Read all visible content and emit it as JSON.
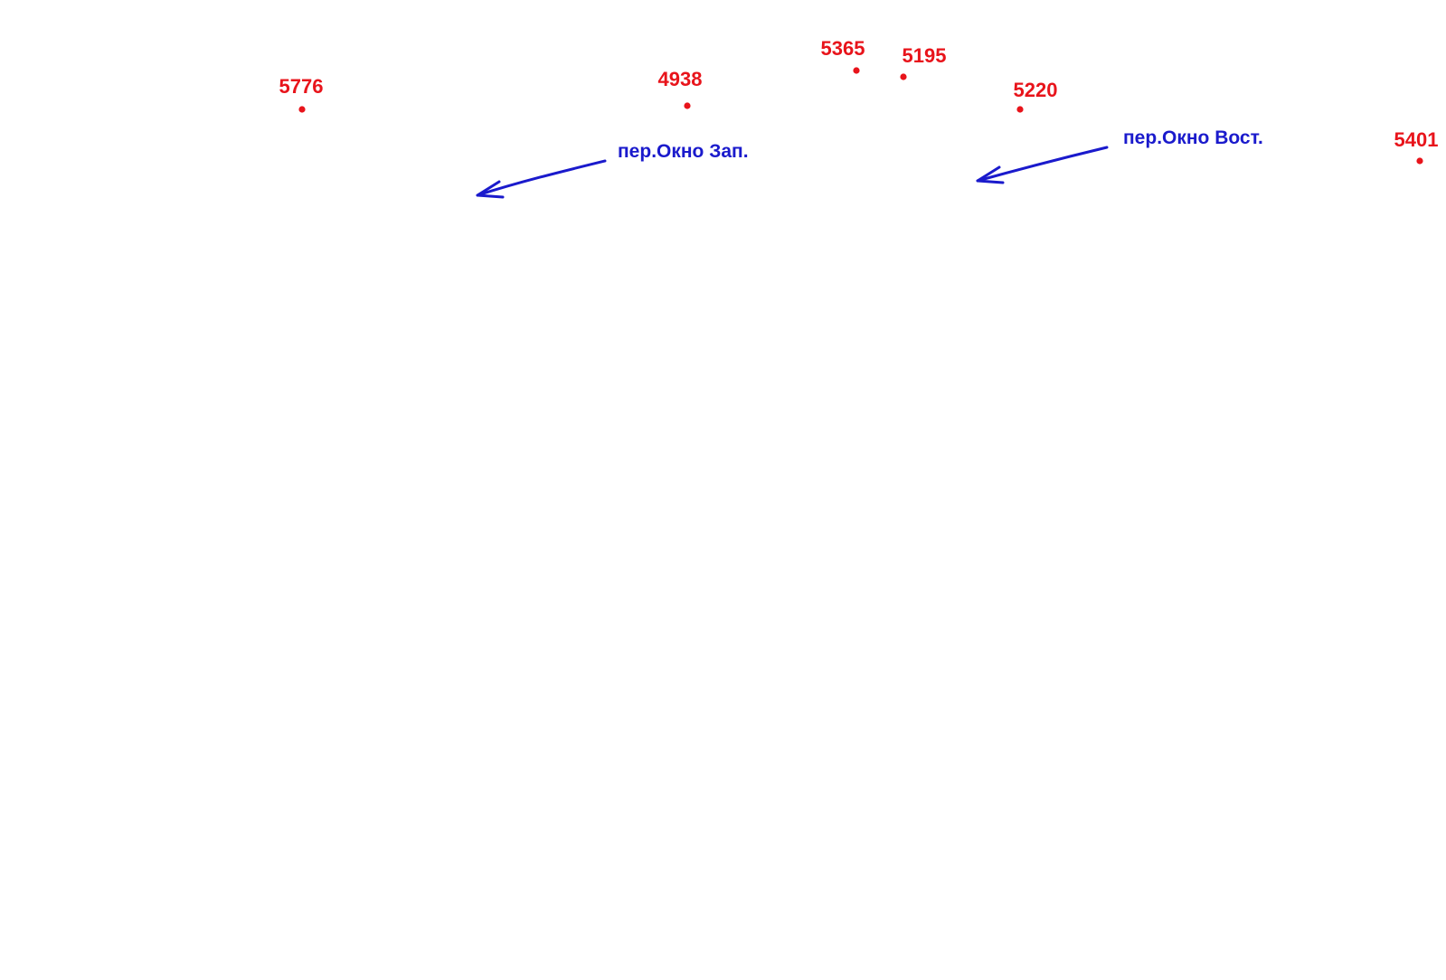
{
  "colors": {
    "point": "#e8141b",
    "annotation": "#1a1acc"
  },
  "points": [
    {
      "label": "5776"
    },
    {
      "label": "4938"
    },
    {
      "label": "5365"
    },
    {
      "label": "5195"
    },
    {
      "label": "5220"
    },
    {
      "label": "5401"
    }
  ],
  "annotations": [
    {
      "label": "пер.Окно Зап."
    },
    {
      "label": "пер.Окно Вост."
    }
  ]
}
